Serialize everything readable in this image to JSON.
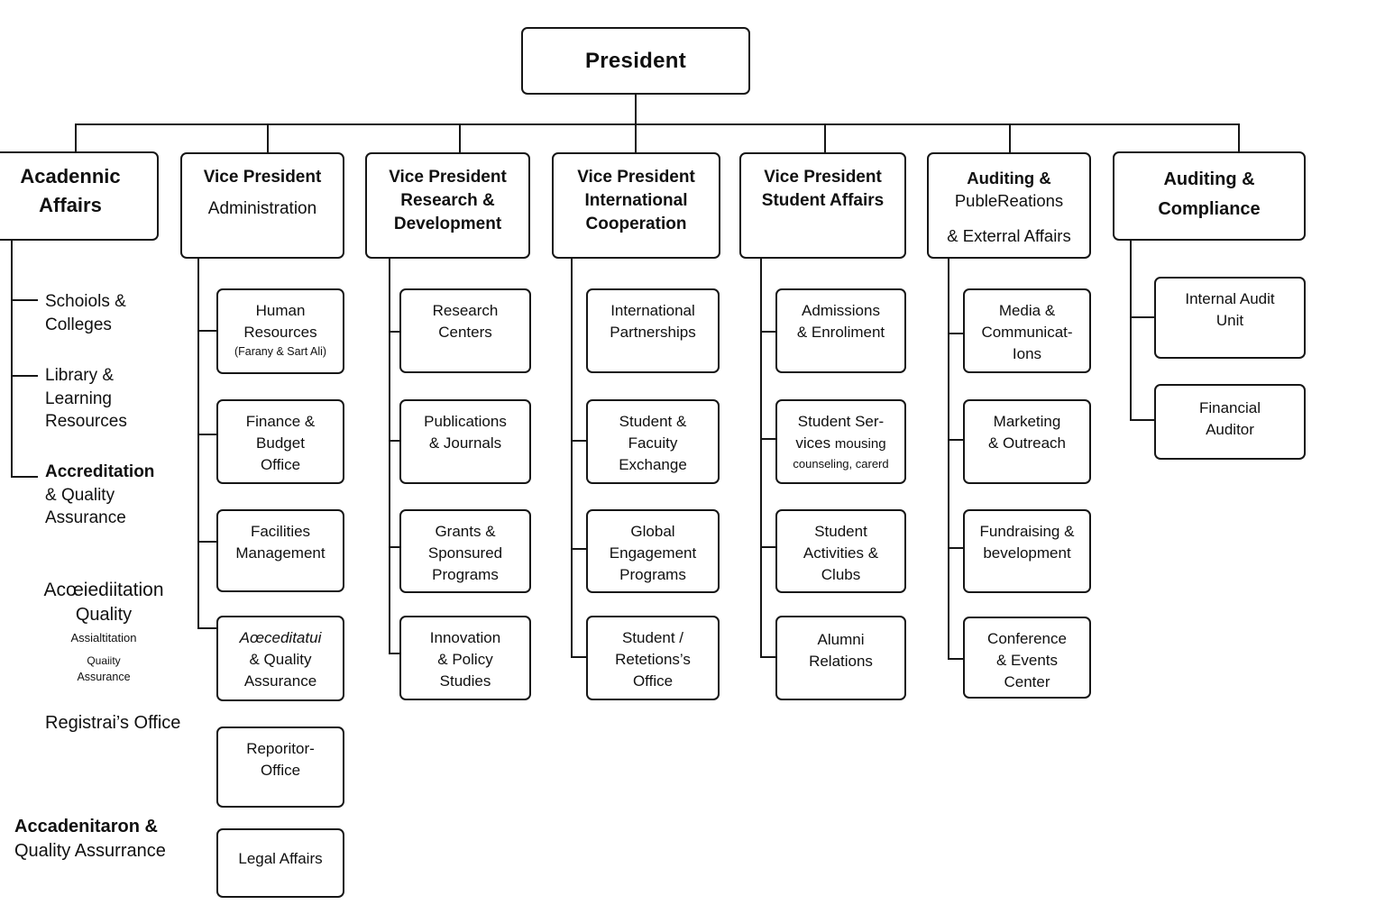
{
  "president": "President",
  "academic": {
    "title": [
      "Acadennic",
      "Affairs"
    ],
    "items": [
      {
        "lines": [
          "Schoiols &",
          "Colleges"
        ]
      },
      {
        "lines": [
          "Library &",
          "Learning",
          "Resources"
        ]
      },
      {
        "lines": [
          "Accreditation",
          "& Quality",
          "Assurance"
        ]
      }
    ],
    "cluster": [
      "Acœiediitation",
      "Quality",
      "Assialtitation",
      "Quaiity",
      "Assurance"
    ],
    "registrar": "Registrai’s Office",
    "footer": [
      "Accadenitaron &",
      "Quality Assurrance"
    ]
  },
  "admin": {
    "title": "Vice President",
    "subtitle": "Administration",
    "children": [
      {
        "lines": [
          "Human",
          "Resources"
        ],
        "note": "(Farany & Sart Ali)"
      },
      {
        "lines": [
          "Finance &",
          "Budget",
          "Office"
        ]
      },
      {
        "lines": [
          "Facilities",
          "Management"
        ]
      },
      {
        "italic": "Aœceditatui",
        "lines": [
          "& Quality",
          "Assurance"
        ]
      },
      {
        "lines": [
          "Reporitor-",
          "Office"
        ]
      },
      {
        "lines": [
          "Legal Affairs"
        ]
      }
    ]
  },
  "research": {
    "title": [
      "Vice President",
      "Research &",
      "Development"
    ],
    "children": [
      {
        "lines": [
          "Research",
          "Centers"
        ]
      },
      {
        "lines": [
          "Publications",
          "& Journals"
        ]
      },
      {
        "lines": [
          "Grants &",
          "Sponsured",
          "Programs"
        ]
      },
      {
        "lines": [
          "Innovation",
          "& Policy",
          "Studies"
        ]
      }
    ]
  },
  "intl": {
    "title": [
      "Vice President",
      "International",
      "Cooperation"
    ],
    "children": [
      {
        "lines": [
          "International",
          "Partnerships"
        ]
      },
      {
        "lines": [
          "Student &",
          "Facuity",
          "Exchange"
        ]
      },
      {
        "lines": [
          "Global",
          "Engagement",
          "Programs"
        ]
      },
      {
        "lines": [
          "Student /",
          "Retetions’s",
          "Office"
        ]
      }
    ]
  },
  "studentaff": {
    "title": [
      "Vice President",
      "Student Affairs"
    ],
    "children": [
      {
        "lines": [
          "Admissions",
          "& Enroliment"
        ]
      },
      {
        "line1": "Student Ser-",
        "line2a": "vices ",
        "line2b": "mousing",
        "line3": "counseling, carerd"
      },
      {
        "lines": [
          "Student",
          "Activities &",
          "Clubs"
        ]
      },
      {
        "lines": [
          "Alumni",
          "Relations"
        ]
      }
    ]
  },
  "auditpr": {
    "title": "Auditing &",
    "subtitle": "PubleReations",
    "subtitle2": "& Exterral Affairs",
    "children": [
      {
        "lines": [
          "Media &",
          "Communicat-",
          "Ions"
        ]
      },
      {
        "lines": [
          "Marketing",
          "& Outreach"
        ]
      },
      {
        "lines": [
          "Fundraising &",
          "bevelopment"
        ]
      },
      {
        "lines": [
          "Conference",
          "& Events",
          "Center"
        ]
      }
    ]
  },
  "auditcomp": {
    "title": [
      "Auditing &",
      "Compliance"
    ],
    "children": [
      {
        "lines": [
          "Internal Audit",
          "Unit"
        ]
      },
      {
        "lines": [
          "Financial",
          "Auditor"
        ]
      }
    ]
  }
}
